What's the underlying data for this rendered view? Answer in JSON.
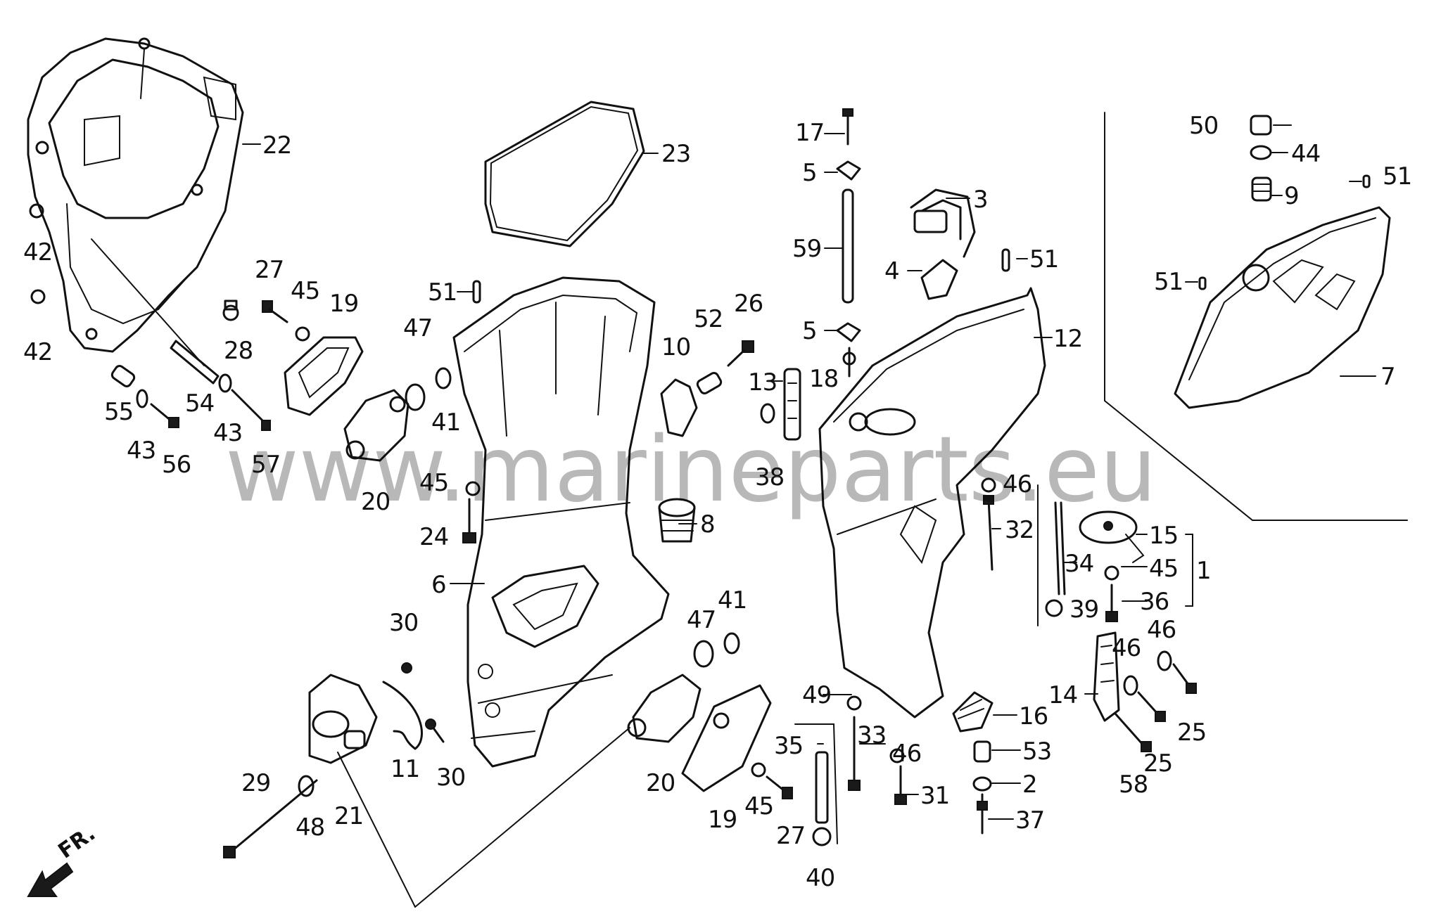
{
  "watermark": "www.marineparts.eu",
  "direction_marker": "FR.",
  "part_labels": {
    "l1": "1",
    "l2": "2",
    "l3": "3",
    "l4": "4",
    "l5a": "5",
    "l5b": "5",
    "l6": "6",
    "l7": "7",
    "l8": "8",
    "l9": "9",
    "l10": "10",
    "l11": "11",
    "l12": "12",
    "l13": "13",
    "l14": "14",
    "l15": "15",
    "l16": "16",
    "l17": "17",
    "l18": "18",
    "l19a": "19",
    "l19b": "19",
    "l20a": "20",
    "l20b": "20",
    "l21": "21",
    "l22": "22",
    "l23": "23",
    "l24": "24",
    "l25a": "25",
    "l25b": "25",
    "l26": "26",
    "l27a": "27",
    "l27b": "27",
    "l28": "28",
    "l29": "29",
    "l30a": "30",
    "l30b": "30",
    "l31": "31",
    "l32": "32",
    "l33": "33",
    "l34": "34",
    "l35": "35",
    "l36": "36",
    "l37": "37",
    "l38": "38",
    "l39": "39",
    "l40": "40",
    "l41a": "41",
    "l41b": "41",
    "l42a": "42",
    "l42b": "42",
    "l43a": "43",
    "l43b": "43",
    "l44": "44",
    "l45a": "45",
    "l45b": "45",
    "l45c": "45",
    "l45d": "45",
    "l46a": "46",
    "l46b": "46",
    "l46c": "46",
    "l46d": "46",
    "l47a": "47",
    "l47b": "47",
    "l48": "48",
    "l49": "49",
    "l50": "50",
    "l51a": "51",
    "l51b": "51",
    "l51c": "51",
    "l51d": "51",
    "l52": "52",
    "l53": "53",
    "l54": "54",
    "l55": "55",
    "l56": "56",
    "l57": "57",
    "l58": "58",
    "l59": "59"
  }
}
